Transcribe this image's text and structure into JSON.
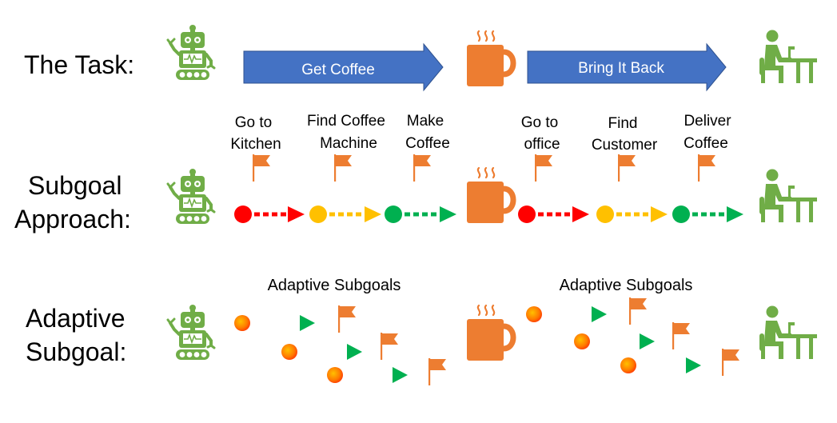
{
  "rows": {
    "task": {
      "heading": "The Task:",
      "arrow1_label": "Get Coffee",
      "arrow2_label": "Bring It Back"
    },
    "subgoal": {
      "heading_line1": "Subgoal",
      "heading_line2": "Approach:",
      "steps": [
        {
          "line1": "Go to",
          "line2": "Kitchen"
        },
        {
          "line1": "Find Coffee",
          "line2": "Machine"
        },
        {
          "line1": "Make",
          "line2": "Coffee"
        },
        {
          "line1": "Go to",
          "line2": "office"
        },
        {
          "line1": "Find",
          "line2": "Customer"
        },
        {
          "line1": "Deliver",
          "line2": "Coffee"
        }
      ]
    },
    "adaptive": {
      "heading_line1": "Adaptive",
      "heading_line2": "Subgoal:",
      "group_label_left": "Adaptive Subgoals",
      "group_label_right": "Adaptive Subgoals"
    }
  },
  "colors": {
    "robot": "#70ad47",
    "person": "#70ad47",
    "mug": "#ed7d31",
    "arrow_fill": "#4472c4",
    "flag": "#ed7d31",
    "red": "#ff0000",
    "yellow": "#ffc000",
    "green": "#00b050"
  },
  "icons": [
    "robot-icon",
    "coffee-mug-icon",
    "person-at-desk-icon",
    "flag-icon"
  ]
}
